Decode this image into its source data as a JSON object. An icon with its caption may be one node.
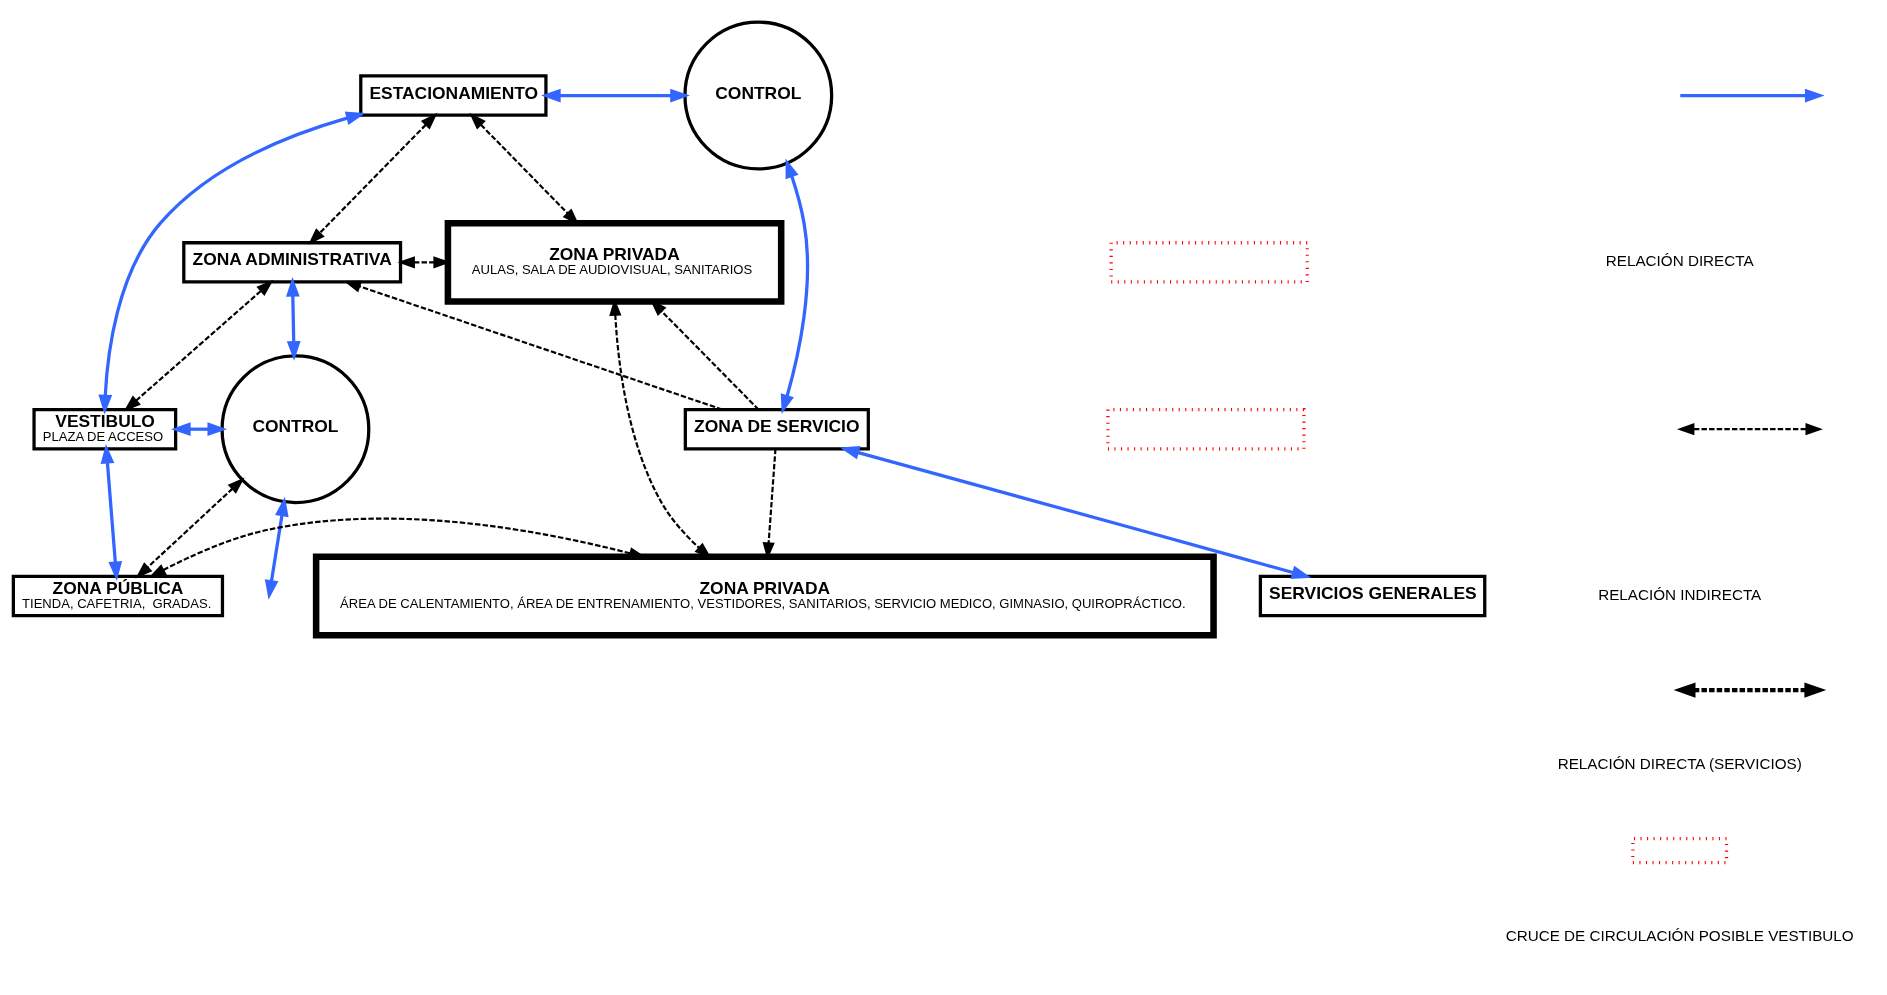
{
  "diagram": {
    "nodes": [
      {
        "text": [
          "ESTACIONAMIENTO"
        ]
      },
      {
        "text": [
          "CONTROL"
        ]
      },
      {
        "text": [
          "ZONA ADMINISTRATIVA"
        ]
      },
      {
        "text": [
          "ZONA PRIVADA",
          "AULAS, SALA DE AUDIOVISUAL, SANITARIOS"
        ]
      },
      {
        "text": [
          "VESTIBULO",
          "PLAZA DE ACCESO"
        ]
      },
      {
        "text": [
          "ZONA DE SERVICIO"
        ]
      },
      {
        "text": [
          "CONTROL"
        ]
      },
      {
        "text": [
          "SERVICIOS GENERALES"
        ]
      },
      {
        "text": [
          "ZONA PRIVADA",
          "ÁREA DE CALENTAMIENTO, ÁREA DE ENTRENAMIENTO, VESTIDORES, SANITARIOS, SERVICIO MEDICO, GIMNASIO, QUIROPRÁCTICO."
        ]
      },
      {
        "text": [
          "ZONA PÚBLICA",
          "TIENDA, CAFETRIA,  GRADAS."
        ]
      },
      {
        "text": [],
        "shape": "box"
      },
      {
        "text": [],
        "shape": "box"
      }
    ],
    "edges": [
      {
        "from": 0,
        "to": 1,
        "arrow": "both",
        "color": "#3366ff"
      },
      {
        "from": 0,
        "to": 4,
        "arrow": "both",
        "color": "#3366ff"
      },
      {
        "from": 0,
        "to": 2,
        "arrow": "both",
        "style": "dashed"
      },
      {
        "from": 0,
        "to": 3,
        "arrow": "both",
        "style": "dashed"
      },
      {
        "from": 5,
        "to": 2,
        "arrow": "to",
        "style": "dashed"
      },
      {
        "from": 5,
        "to": 3,
        "arrow": "to",
        "style": "dashed"
      },
      {
        "from": 1,
        "to": 5,
        "arrow": "both",
        "color": "#3366ff"
      },
      {
        "from": 2,
        "to": 3,
        "arrow": "both",
        "style": "dashed"
      },
      {
        "from": 4,
        "to": 2,
        "arrow": "both",
        "style": "dashed"
      },
      {
        "from": 2,
        "to": 6,
        "arrow": "both",
        "color": "#3366ff"
      },
      {
        "from": 4,
        "to": 6,
        "arrow": "both",
        "color": "#3366ff"
      },
      {
        "from": 6,
        "to": null,
        "arrow": "both",
        "color": "#3366ff"
      },
      {
        "from": 3,
        "to": 8,
        "arrow": "both",
        "style": "dashed"
      },
      {
        "from": 5,
        "to": 8,
        "arrow": "to",
        "style": "dashed"
      },
      {
        "from": 5,
        "to": 7,
        "arrow": "both",
        "color": "#3366ff"
      },
      {
        "from": 4,
        "to": 9,
        "arrow": "both",
        "color": "#3366ff"
      },
      {
        "from": 6,
        "to": 9,
        "arrow": "both",
        "style": "dashed"
      },
      {
        "from": 9,
        "to": 8,
        "arrow": "both",
        "style": "dashed"
      }
    ],
    "legend": [
      {
        "text": "RELACIÓN DIRECTA"
      },
      {
        "text": "RELACIÓN INDIRECTA"
      },
      {
        "text": "RELACIÓN DIRECTA (SERVICIOS)"
      },
      {
        "text": "CRUCE DE CIRCULACIÓN POSIBLE VESTIBULO"
      }
    ]
  }
}
